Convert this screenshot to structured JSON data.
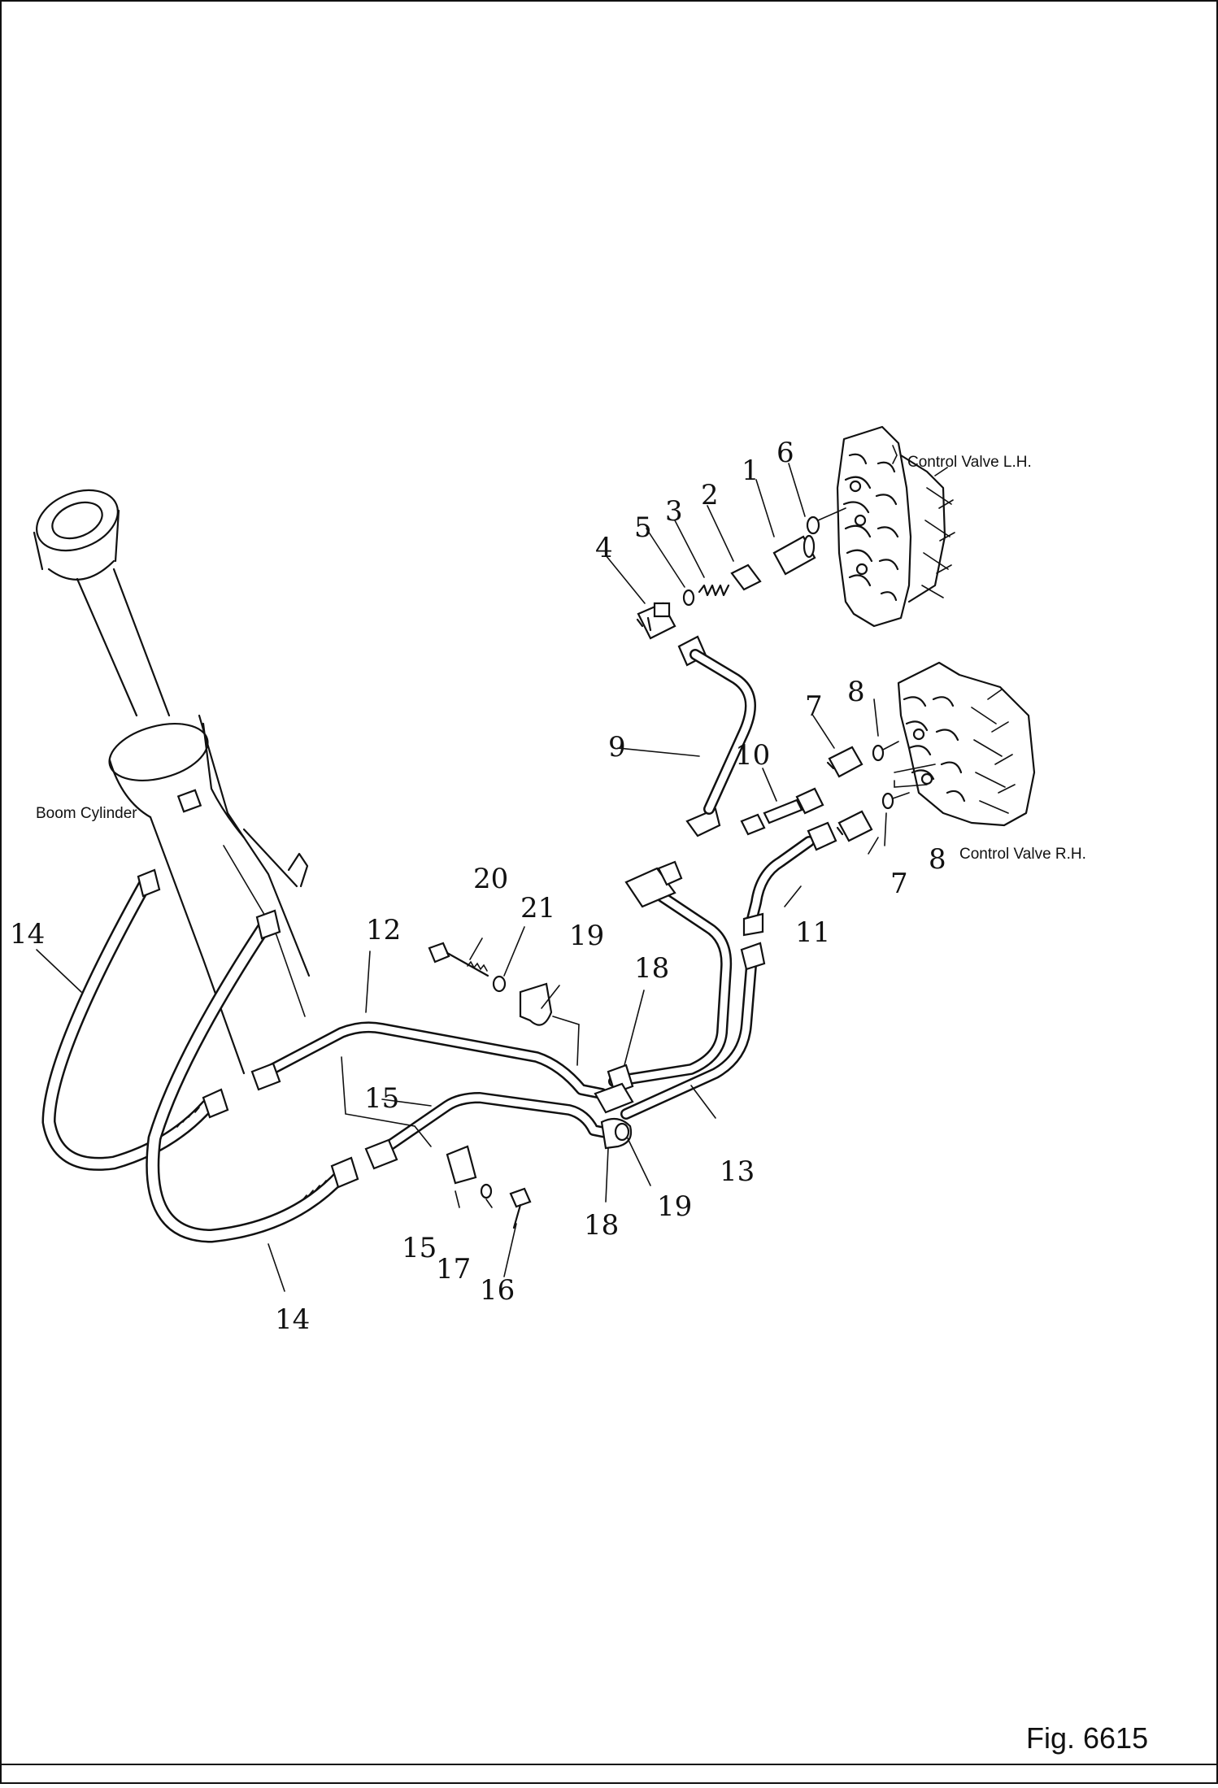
{
  "figure": {
    "caption": "Fig. 6615"
  },
  "components": {
    "boom_cylinder": "Boom  Cylinder",
    "control_valve_lh": "Control  Valve  L.H.",
    "control_valve_rh": "Control  Valve  R.H."
  },
  "callouts": {
    "c1": "1",
    "c2": "2",
    "c3": "3",
    "c4": "4",
    "c5": "5",
    "c6": "6",
    "c7a": "7",
    "c7b": "7",
    "c8a": "8",
    "c8b": "8",
    "c9": "9",
    "c10": "10",
    "c11": "11",
    "c12": "12",
    "c13": "13",
    "c14a": "14",
    "c14b": "14",
    "c15a": "15",
    "c15b": "15",
    "c16": "16",
    "c17": "17",
    "c18a": "18",
    "c18b": "18",
    "c19a": "19",
    "c19b": "19",
    "c20": "20",
    "c21": "21"
  }
}
